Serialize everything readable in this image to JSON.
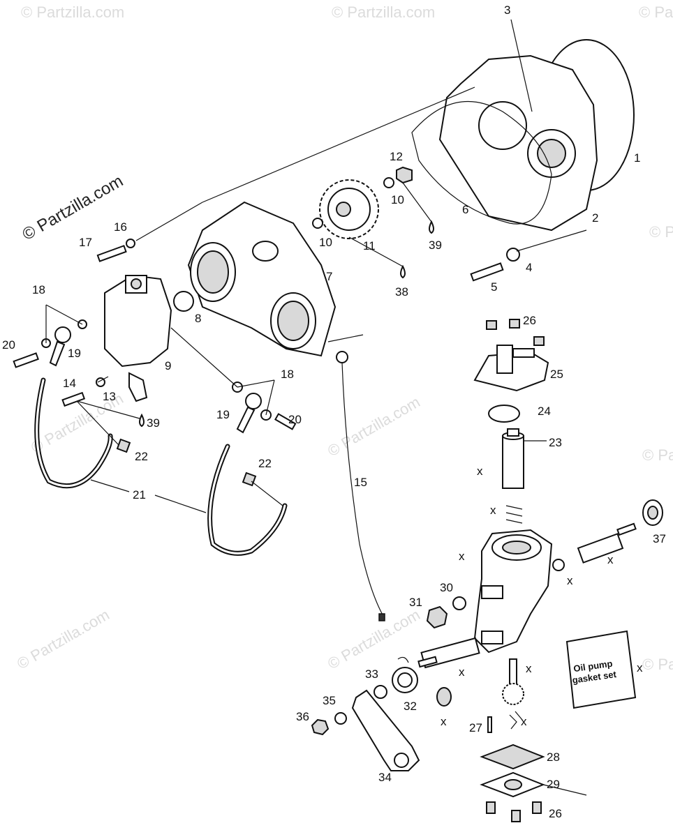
{
  "watermark": {
    "main": "© Partzilla.com",
    "repeat": "© Partzilla.com"
  },
  "callouts": {
    "c1": "1",
    "c2": "2",
    "c3": "3",
    "c4": "4",
    "c5": "5",
    "c6": "6",
    "c7": "7",
    "c8": "8",
    "c9": "9",
    "c10a": "10",
    "c10b": "10",
    "c11": "11",
    "c12": "12",
    "c13": "13",
    "c14": "14",
    "c15": "15",
    "c16": "16",
    "c17": "17",
    "c18a": "18",
    "c18b": "18",
    "c19a": "19",
    "c19b": "19",
    "c20a": "20",
    "c20b": "20",
    "c21": "21",
    "c22a": "22",
    "c22b": "22",
    "c23": "23",
    "c24": "24",
    "c25": "25",
    "c26a": "26",
    "c26b": "26",
    "c27": "27",
    "c28": "28",
    "c29": "29",
    "c30": "30",
    "c31": "31",
    "c32": "32",
    "c33": "33",
    "c34": "34",
    "c35": "35",
    "c36": "36",
    "c37": "37",
    "c38": "38",
    "c39a": "39",
    "c39b": "39"
  },
  "x_marker": "x",
  "gasket_kit": {
    "line1": "Oil pump",
    "line2": "gasket set"
  }
}
